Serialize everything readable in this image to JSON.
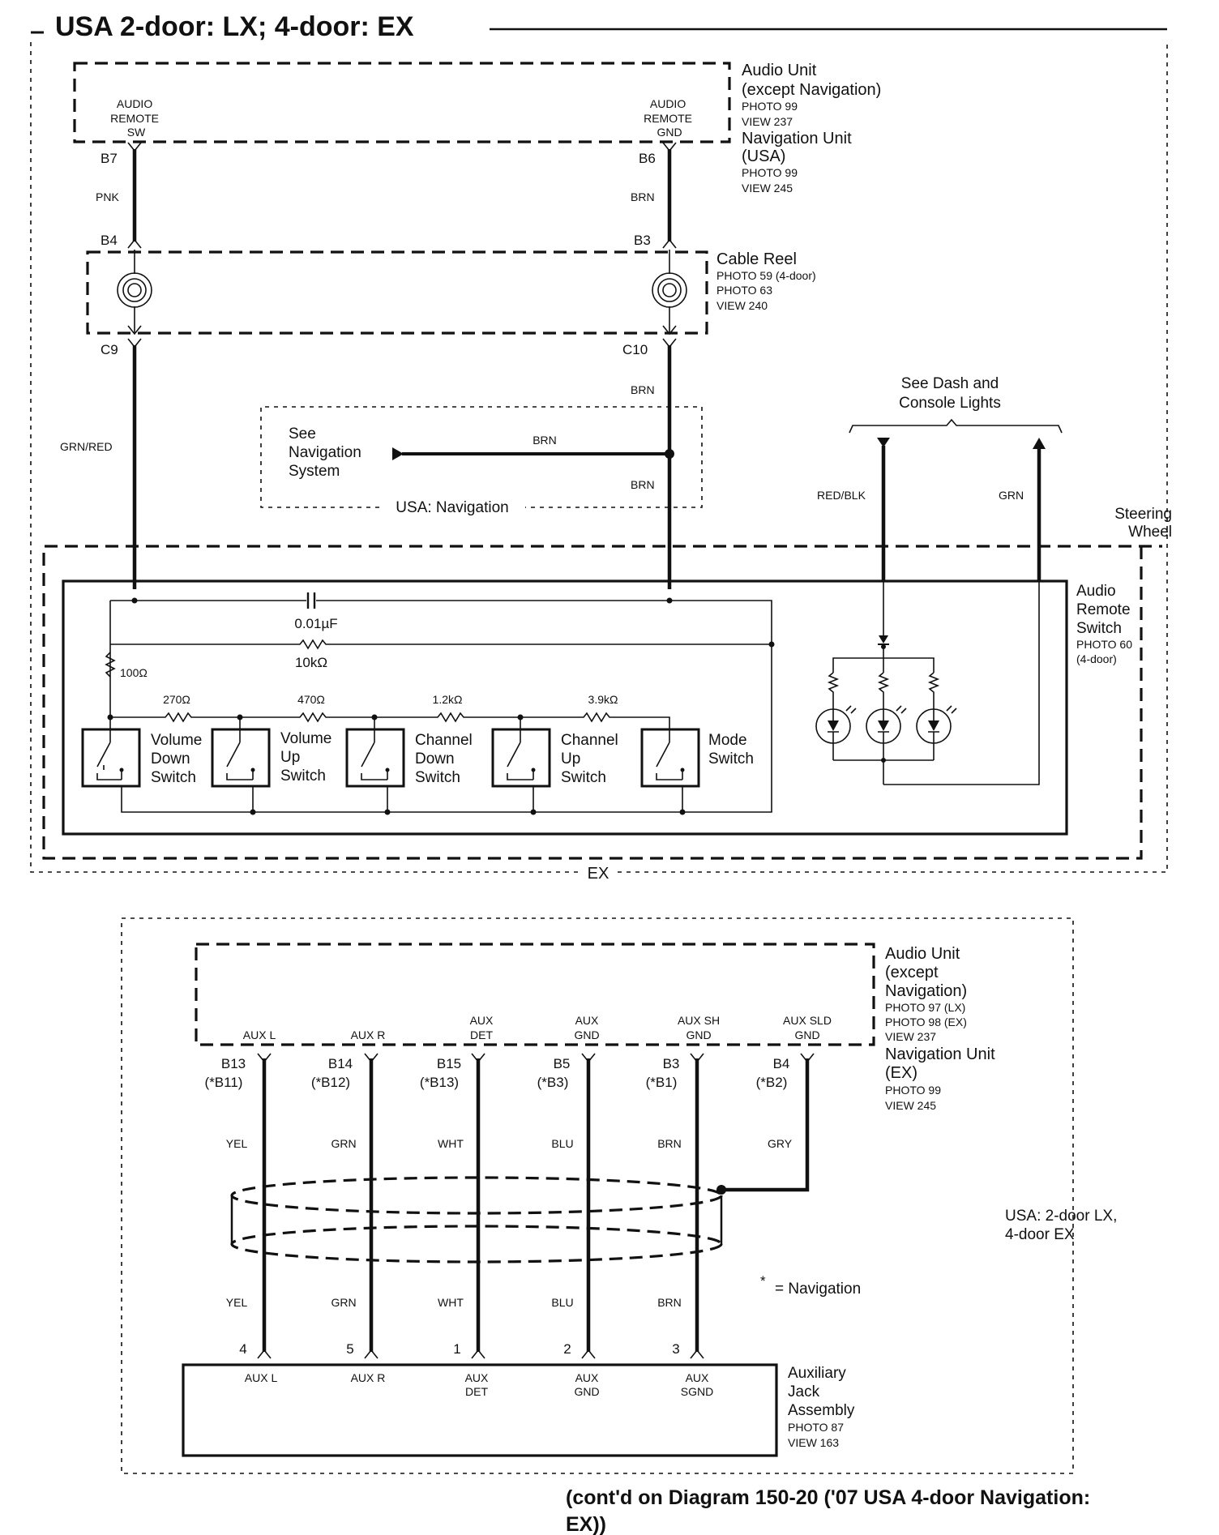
{
  "title": "USA 2-door: LX; 4-door: EX",
  "footer": "(cont'd on Diagram  150-20 ('07 USA 4-door Navigation: EX))",
  "top": {
    "audio_unit": [
      "Audio Unit",
      "(except Navigation)",
      "PHOTO 99",
      "VIEW 237",
      "Navigation Unit",
      "(USA)",
      "PHOTO 99",
      "VIEW 245"
    ],
    "term_sw": [
      "AUDIO",
      "REMOTE",
      "SW"
    ],
    "term_gnd": [
      "AUDIO",
      "REMOTE",
      "GND"
    ],
    "pins": {
      "b7": "B7",
      "b6": "B6",
      "b4": "B4",
      "b3": "B3",
      "c9": "C9",
      "c10": "C10"
    },
    "wires": {
      "pnk": "PNK",
      "brn1": "BRN",
      "brn2": "BRN",
      "brn3": "BRN",
      "brn_nav": "BRN",
      "grn_red": "GRN/RED",
      "red_blk": "RED/BLK",
      "grn": "GRN"
    },
    "cable_reel": [
      "Cable Reel",
      "PHOTO 59 (4-door)",
      "PHOTO 63",
      "VIEW 240"
    ],
    "see_nav": [
      "See",
      "Navigation",
      "System"
    ],
    "usa_nav": "USA: Navigation",
    "see_dash": [
      "See Dash and",
      "Console Lights"
    ],
    "steering": [
      "Steering",
      "Wheel"
    ],
    "ex": "EX",
    "remote_switch": [
      "Audio",
      "Remote",
      "Switch",
      "PHOTO 60",
      "(4-door)"
    ],
    "cap": "0.01µF",
    "r10k": "10kΩ",
    "r100": "100Ω",
    "r270": "270Ω",
    "r470": "470Ω",
    "r1k2": "1.2kΩ",
    "r3k9": "3.9kΩ",
    "switches": [
      [
        "Volume",
        "Down",
        "Switch"
      ],
      [
        "Volume",
        "Up",
        "Switch"
      ],
      [
        "Channel",
        "Down",
        "Switch"
      ],
      [
        "Channel",
        "Up",
        "Switch"
      ],
      [
        "Mode",
        "Switch"
      ]
    ]
  },
  "bottom": {
    "audio_unit": [
      "Audio Unit",
      "(except",
      "Navigation)",
      "PHOTO 97 (LX)",
      "PHOTO 98 (EX)",
      "VIEW 237",
      "Navigation Unit",
      "(EX)",
      "PHOTO 99",
      "VIEW 245"
    ],
    "channels": [
      {
        "term": [
          "",
          "AUX L"
        ],
        "pin": "B13",
        "navpin": "(*B11)",
        "wire": "YEL",
        "jack_pin": "4",
        "jack_term": [
          "AUX L",
          ""
        ]
      },
      {
        "term": [
          "",
          "AUX R"
        ],
        "pin": "B14",
        "navpin": "(*B12)",
        "wire": "GRN",
        "jack_pin": "5",
        "jack_term": [
          "AUX R",
          ""
        ]
      },
      {
        "term": [
          "AUX",
          "DET"
        ],
        "pin": "B15",
        "navpin": "(*B13)",
        "wire": "WHT",
        "jack_pin": "1",
        "jack_term": [
          "AUX",
          "DET"
        ]
      },
      {
        "term": [
          "AUX",
          "GND"
        ],
        "pin": "B5",
        "navpin": "(*B3)",
        "wire": "BLU",
        "jack_pin": "2",
        "jack_term": [
          "AUX",
          "GND"
        ]
      },
      {
        "term": [
          "AUX SH",
          "GND"
        ],
        "pin": "B3",
        "navpin": "(*B1)",
        "wire": "BRN",
        "jack_pin": "3",
        "jack_term": [
          "AUX",
          "SGND"
        ]
      },
      {
        "term": [
          "AUX SLD",
          "GND"
        ],
        "pin": "B4",
        "navpin": "(*B2)",
        "wire": "GRY",
        "jack_pin": "",
        "jack_term": [
          "",
          ""
        ]
      }
    ],
    "usa_note": [
      "USA: 2-door LX,",
      "4-door EX"
    ],
    "star": "*",
    "nav_note": "=   Navigation",
    "jack": [
      "Auxiliary",
      "Jack",
      "Assembly",
      "PHOTO 87",
      "VIEW 163"
    ]
  }
}
